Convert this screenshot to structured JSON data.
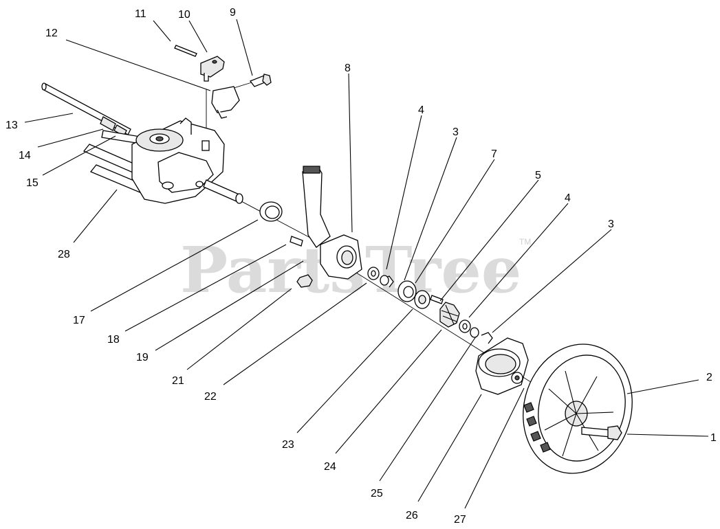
{
  "watermark": {
    "text": "PartsTree",
    "trademark": "TM"
  },
  "callouts": [
    {
      "id": "c11",
      "label": "11"
    },
    {
      "id": "c10",
      "label": "10"
    },
    {
      "id": "c9",
      "label": "9"
    },
    {
      "id": "c12",
      "label": "12"
    },
    {
      "id": "c13",
      "label": "13"
    },
    {
      "id": "c14",
      "label": "14"
    },
    {
      "id": "c15",
      "label": "15"
    },
    {
      "id": "c28",
      "label": "28"
    },
    {
      "id": "c8",
      "label": "8"
    },
    {
      "id": "c4a",
      "label": "4"
    },
    {
      "id": "c3a",
      "label": "3"
    },
    {
      "id": "c7",
      "label": "7"
    },
    {
      "id": "c5",
      "label": "5"
    },
    {
      "id": "c4b",
      "label": "4"
    },
    {
      "id": "c3b",
      "label": "3"
    },
    {
      "id": "c2",
      "label": "2"
    },
    {
      "id": "c1",
      "label": "1"
    },
    {
      "id": "c17",
      "label": "17"
    },
    {
      "id": "c18",
      "label": "18"
    },
    {
      "id": "c19",
      "label": "19"
    },
    {
      "id": "c21",
      "label": "21"
    },
    {
      "id": "c22",
      "label": "22"
    },
    {
      "id": "c23",
      "label": "23"
    },
    {
      "id": "c24",
      "label": "24"
    },
    {
      "id": "c25",
      "label": "25"
    },
    {
      "id": "c26",
      "label": "26"
    },
    {
      "id": "c27",
      "label": "27"
    }
  ]
}
